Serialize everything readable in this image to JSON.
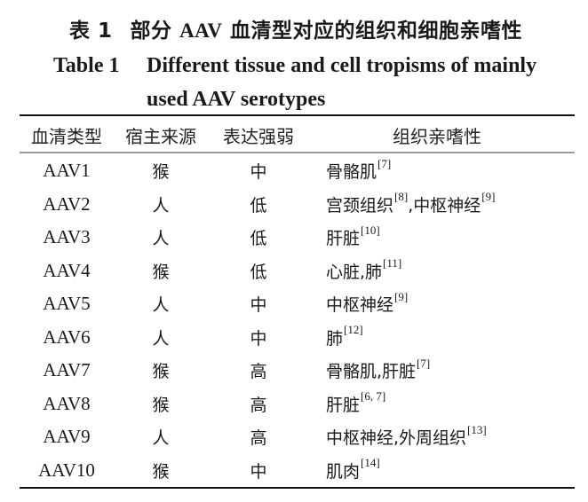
{
  "caption": {
    "cn_label": "表 1",
    "cn_title_prefix": "部分 ",
    "cn_title_bold": "AAV",
    "cn_title_suffix": " 血清型对应的组织和细胞亲嗜性",
    "en_label": "Table 1",
    "en_title_line1": "Different tissue and cell tropisms of mainly",
    "en_title_line2": "used AAV serotypes"
  },
  "table": {
    "headers": {
      "serotype": "血清类型",
      "host": "宿主来源",
      "expression": "表达强弱",
      "tropism": "组织亲嗜性"
    },
    "rows": [
      {
        "serotype": "AAV1",
        "host": "猴",
        "expression": "中",
        "tropism": "骨骼肌",
        "cite": "[7]"
      },
      {
        "serotype": "AAV2",
        "host": "人",
        "expression": "低",
        "tropism": "宫颈组织",
        "cite": "[8]",
        "tropism2": ",中枢神经",
        "cite2": "[9]"
      },
      {
        "serotype": "AAV3",
        "host": "人",
        "expression": "低",
        "tropism": "肝脏",
        "cite": "[10]"
      },
      {
        "serotype": "AAV4",
        "host": "猴",
        "expression": "低",
        "tropism": "心脏,肺",
        "cite": "[11]"
      },
      {
        "serotype": "AAV5",
        "host": "人",
        "expression": "中",
        "tropism": "中枢神经",
        "cite": "[9]"
      },
      {
        "serotype": "AAV6",
        "host": "人",
        "expression": "中",
        "tropism": "肺",
        "cite": "[12]"
      },
      {
        "serotype": "AAV7",
        "host": "猴",
        "expression": "高",
        "tropism": "骨骼肌,肝脏",
        "cite": "[7]"
      },
      {
        "serotype": "AAV8",
        "host": "猴",
        "expression": "高",
        "tropism": "肝脏",
        "cite": "[6, 7]"
      },
      {
        "serotype": "AAV9",
        "host": "人",
        "expression": "高",
        "tropism": "中枢神经,外周组织",
        "cite": "[13]"
      },
      {
        "serotype": "AAV10",
        "host": "猴",
        "expression": "中",
        "tropism": "肌肉",
        "cite": "[14]"
      }
    ]
  }
}
